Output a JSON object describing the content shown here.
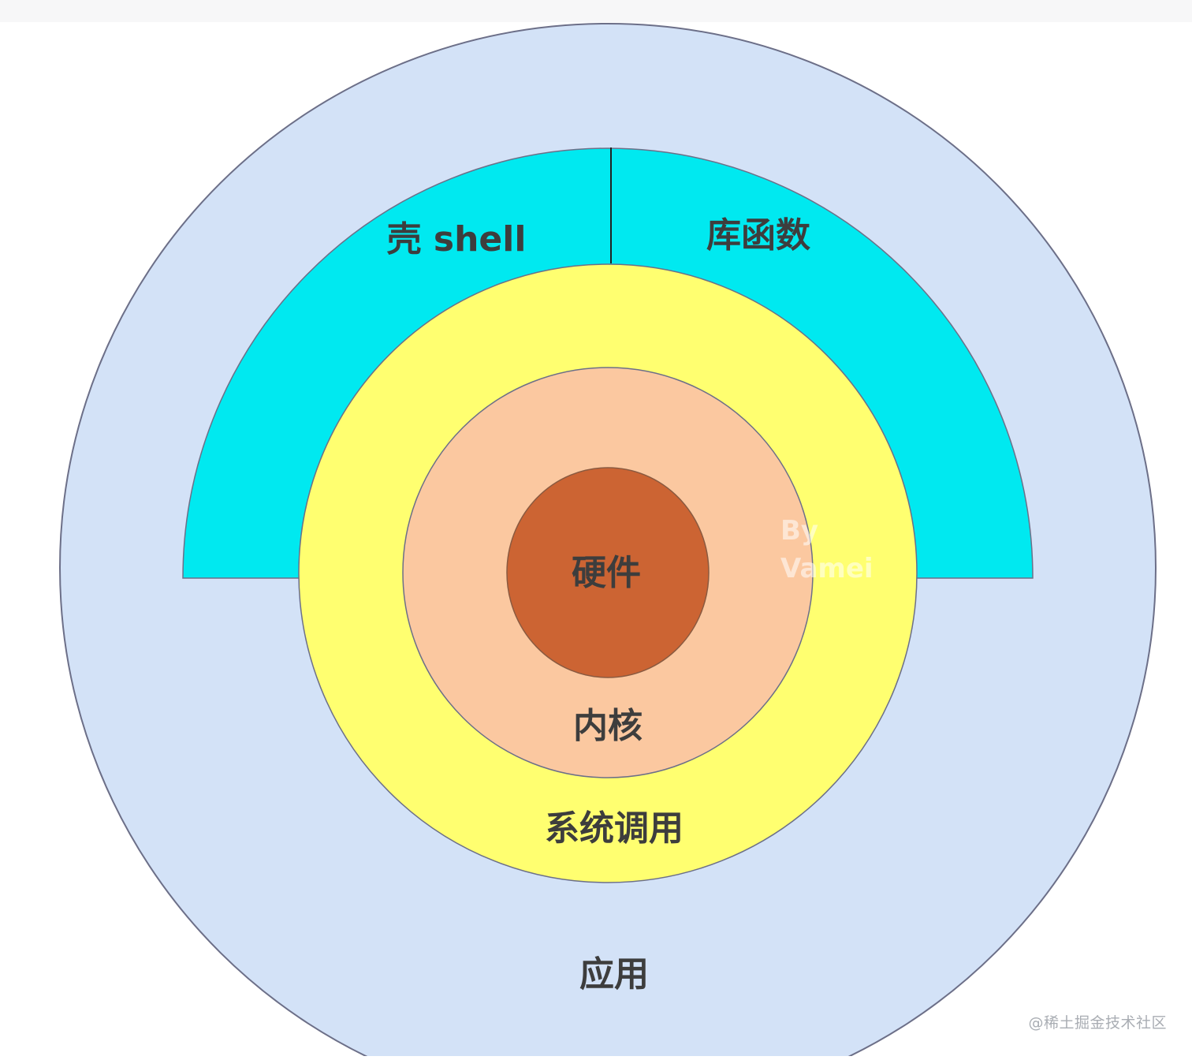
{
  "layers": {
    "application": "应用",
    "shell": "壳 shell",
    "library": "库函数",
    "syscall": "系统调用",
    "kernel": "内核",
    "hardware": "硬件"
  },
  "faint_mark": {
    "line1": "By",
    "line2": "Vamei"
  },
  "watermark": "@稀土掘金技术社区",
  "colors": {
    "application": "#d3e2f7",
    "shell_library": "#00e9f0",
    "syscall": "#ffff70",
    "kernel": "#fbc8a0",
    "hardware": "#cc6433",
    "outline": "#7a7a8c",
    "text": "#3d3d3d"
  }
}
